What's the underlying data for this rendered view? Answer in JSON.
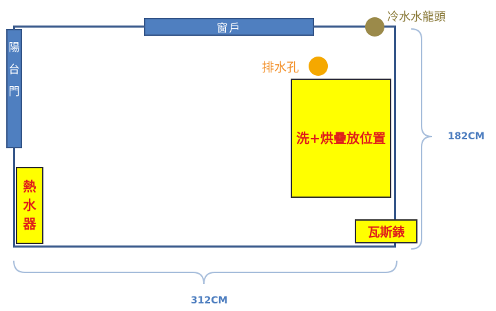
{
  "labels": {
    "window": "窗戶",
    "balcony_door": [
      "陽",
      "台",
      "門"
    ],
    "water_heater": [
      "熱",
      "水",
      "器"
    ],
    "washer_dryer": "洗+烘疊放位置",
    "gas_meter": "瓦斯錶",
    "drain": "排水孔",
    "cold_tap": "冷水水龍頭",
    "height_dim": "182CM",
    "width_dim": "312CM"
  },
  "colors": {
    "wall": "#3a5a8c",
    "blue_fixture": "#4f7fc0",
    "yellow_fixture": "#ffff00",
    "fixture_text": "#e0201a",
    "drain": "#f5a800",
    "tap": "#9b8a4a",
    "dimension": "#4f7fc0"
  }
}
